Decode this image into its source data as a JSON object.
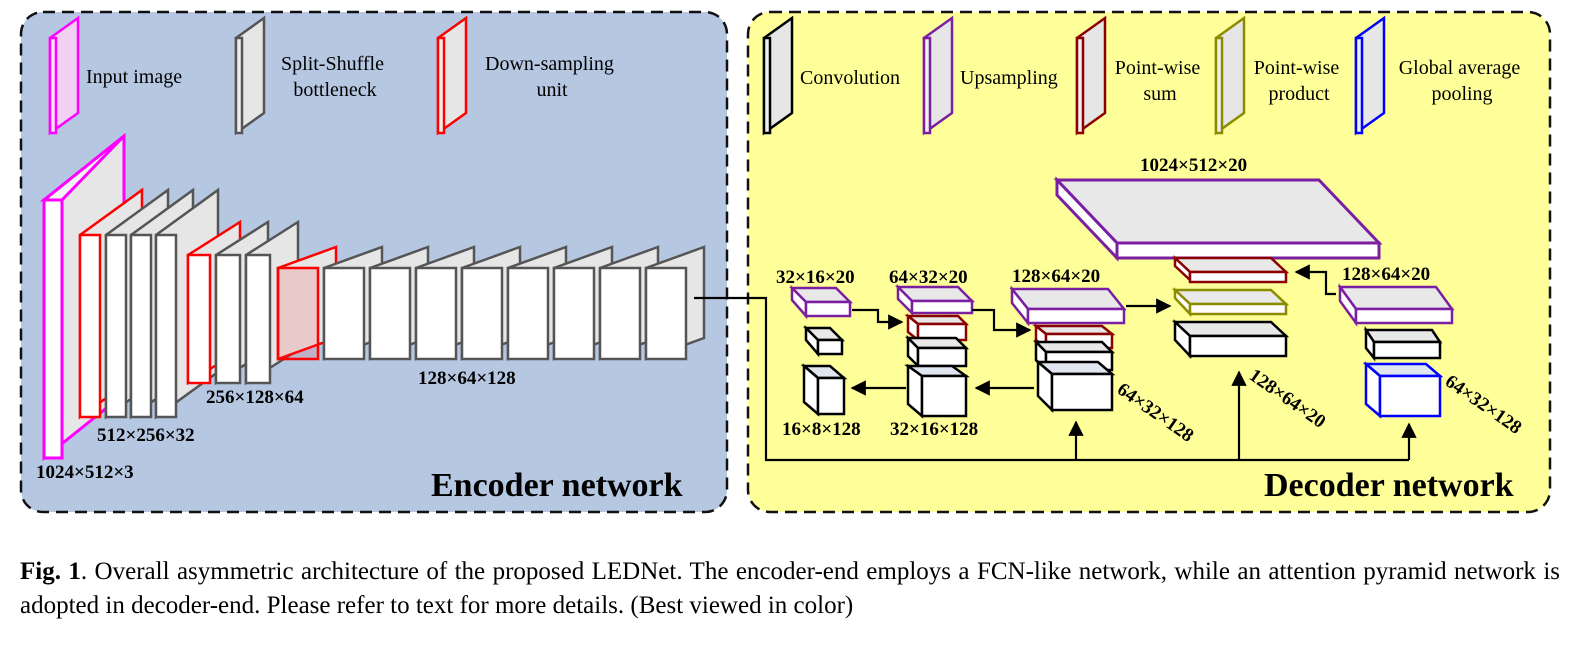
{
  "encoder": {
    "title": "Encoder network",
    "panel_color": "#b6c7e2",
    "legend": [
      {
        "name": "input-image",
        "label_lines": [
          "Input image"
        ],
        "edge_color": "#ff00ff"
      },
      {
        "name": "split-shuffle-bottleneck",
        "label_lines": [
          "Split-Shuffle",
          "bottleneck"
        ],
        "edge_color": "#555555"
      },
      {
        "name": "down-sampling-unit",
        "label_lines": [
          "Down-sampling",
          "unit"
        ],
        "edge_color": "#ff0000"
      }
    ],
    "dims": {
      "input": "1024×512×3",
      "stage1": "512×256×32",
      "stage2": "256×128×64",
      "stage3": "128×64×128"
    }
  },
  "decoder": {
    "title": "Decoder network",
    "panel_color": "#ffff99",
    "legend": [
      {
        "name": "convolution",
        "label_lines": [
          "Convolution"
        ],
        "edge_color": "#000000"
      },
      {
        "name": "upsampling",
        "label_lines": [
          "Upsampling"
        ],
        "edge_color": "#7b1fa2"
      },
      {
        "name": "point-wise-sum",
        "label_lines": [
          "Point-wise",
          "sum"
        ],
        "edge_color": "#8b0000"
      },
      {
        "name": "point-wise-product",
        "label_lines": [
          "Point-wise",
          "product"
        ],
        "edge_color": "#8b8b00"
      },
      {
        "name": "global-average-pooling",
        "label_lines": [
          "Global average",
          "pooling"
        ],
        "edge_color": "#0000ff"
      }
    ],
    "dims": {
      "top": "1024×512×20",
      "a": "32×16×20",
      "b": "64×32×20",
      "c": "128×64×20",
      "d": "128×64×20",
      "e": "16×8×128",
      "f": "32×16×128",
      "g": "64×32×128",
      "h": "128×64×20",
      "i": "64×32×128"
    }
  },
  "caption": {
    "label": "Fig. 1",
    "text": ".  Overall asymmetric architecture of the proposed LEDNet.  The encoder-end employs a FCN-like network, while an attention pyramid network is adopted in decoder-end. Please refer to text for more details. (Best viewed in color)"
  }
}
